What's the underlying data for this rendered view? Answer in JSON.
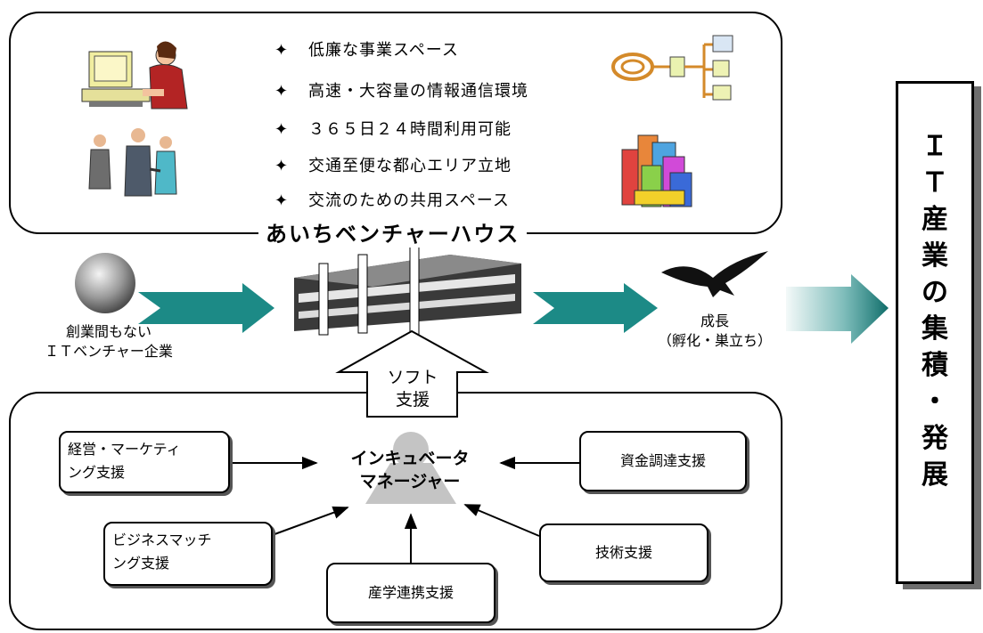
{
  "features": [
    {
      "bullet": "✦",
      "text": "低廉な事業スペース"
    },
    {
      "bullet": "✦",
      "text": "高速・大容量の情報通信環境"
    },
    {
      "bullet": "✦",
      "text": "３６５日２４時間利用可能"
    },
    {
      "bullet": "✦",
      "text": "交通至便な都心エリア立地"
    },
    {
      "bullet": "✦",
      "text": "交流のための共用スペース"
    }
  ],
  "house_name": "あいちベンチャーハウス",
  "startup": {
    "line1": "創業間もない",
    "line2": "ＩＴベンチャー企業"
  },
  "growth": {
    "line1": "成長",
    "line2": "（孵化・巣立ち）"
  },
  "soft_support": {
    "line1": "ソフト",
    "line2": "支援"
  },
  "manager": {
    "line1": "インキュベータ",
    "line2": "マネージャー"
  },
  "supports": {
    "marketing": {
      "line1": "経営・マーケティ",
      "line2": "ング支援"
    },
    "funding": "資金調達支援",
    "matching": {
      "line1": "ビジネスマッチ",
      "line2": "ング支援"
    },
    "technology": "技術支援",
    "industry_academia": "産学連携支援"
  },
  "goal": [
    "Ｉ",
    "Ｔ",
    "産",
    "業",
    "の",
    "集",
    "積",
    "・",
    "発",
    "展"
  ],
  "colors": {
    "teal": "#1c8a86",
    "teal_dark": "#0f6b68",
    "gray": "#c4c4c4"
  }
}
